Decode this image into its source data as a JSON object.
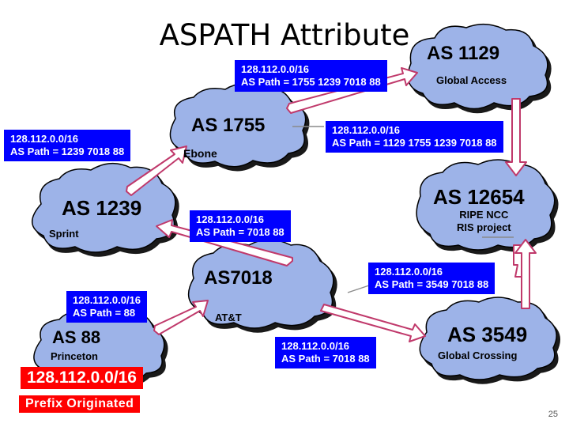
{
  "title": "ASPATH Attribute",
  "nodes": {
    "as1129": {
      "name": "AS 1129",
      "org": "Global Access"
    },
    "as1755": {
      "name": "AS 1755",
      "org": "Ebone"
    },
    "as1239": {
      "name": "AS 1239",
      "org": "Sprint"
    },
    "as12654": {
      "name": "AS 12654",
      "org_line1": "RIPE NCC",
      "org_line2": "RIS project"
    },
    "as7018": {
      "name": "AS7018",
      "org": "AT&T"
    },
    "as88": {
      "name": "AS 88",
      "org": "Princeton"
    },
    "as3549": {
      "name": "AS 3549",
      "org": "Global Crossing"
    }
  },
  "announcements": {
    "to_1129": {
      "prefix": "128.112.0.0/16",
      "path": "AS Path = 1755 1239 7018 88"
    },
    "to_1239_from_1755": {
      "prefix": "128.112.0.0/16",
      "path": "AS Path = 1239 7018 88"
    },
    "to_12654": {
      "prefix": "128.112.0.0/16",
      "path": "AS Path = 1129 1755 1239 7018 88"
    },
    "to_1239_from_7018": {
      "prefix": "128.112.0.0/16",
      "path": "AS Path = 7018 88"
    },
    "from_3549": {
      "prefix": "128.112.0.0/16",
      "path": "AS Path = 3549 7018 88"
    },
    "from_88": {
      "prefix": "128.112.0.0/16",
      "path": "AS Path = 88"
    },
    "to_3549": {
      "prefix": "128.112.0.0/16",
      "path": "AS Path = 7018 88"
    }
  },
  "origin": {
    "prefix": "128.112.0.0/16",
    "label": "Prefix Originated"
  },
  "page_number": "25",
  "colors": {
    "cloud": "#9db3e8",
    "box": "#0000ff",
    "arrow_outline": "#c0396b",
    "origin": "#ff0000"
  }
}
